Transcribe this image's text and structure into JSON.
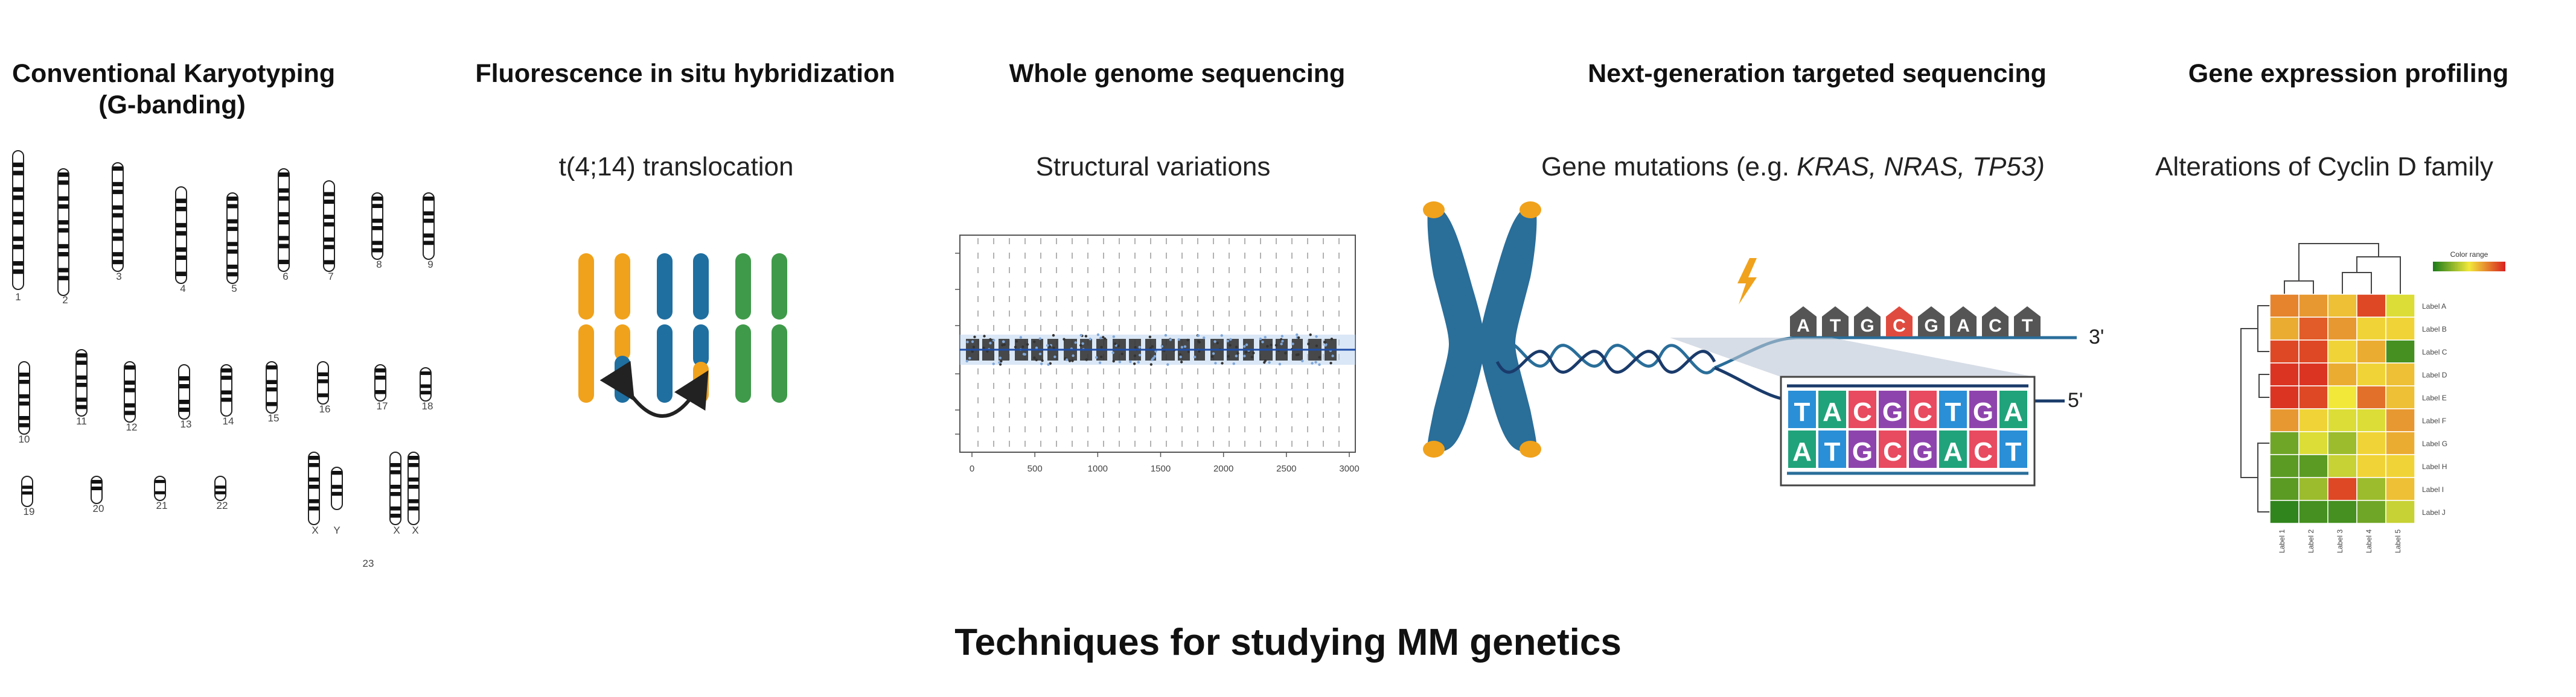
{
  "panels": [
    {
      "title_line1": "Conventional Karyotyping",
      "title_line2": "(G-banding)",
      "subtitle": ""
    },
    {
      "title_line1": "Fluorescence in situ hybridization",
      "subtitle": "t(4;14) translocation"
    },
    {
      "title_line1": "Whole genome  sequencing",
      "subtitle": "Structural variations"
    },
    {
      "title_line1": "Next-generation targeted sequencing",
      "subtitle_prefix": "Gene mutations (e.g. ",
      "subtitle_italic": "KRAS, NRAS, TP53)"
    },
    {
      "title_line1": "Gene expression profiling",
      "subtitle": "Alterations of Cyclin D family"
    }
  ],
  "karyotype_labels": [
    "1",
    "2",
    "3",
    "4",
    "5",
    "6",
    "7",
    "8",
    "9",
    "10",
    "11",
    "12",
    "13",
    "14",
    "15",
    "16",
    "17",
    "18",
    "19",
    "20",
    "21",
    "22",
    "X",
    "Y",
    "X",
    "X",
    "23"
  ],
  "wgs_plot": {
    "x_ticks": [
      "0",
      "500",
      "1000",
      "1500",
      "2000",
      "2500",
      "3000"
    ]
  },
  "sequencing": {
    "top_bases": [
      "A",
      "T",
      "G",
      "C",
      "G",
      "A",
      "C",
      "T"
    ],
    "top_colors": [
      "#555",
      "#555",
      "#555",
      "#e04b3f",
      "#555",
      "#555",
      "#555",
      "#555"
    ],
    "strand_top_bases": [
      "T",
      "A",
      "C",
      "G",
      "C",
      "T",
      "G",
      "A"
    ],
    "strand_bottom_bases": [
      "A",
      "T",
      "G",
      "C",
      "G",
      "A",
      "C",
      "T"
    ],
    "base_colors": {
      "A": "#20a37a",
      "T": "#2a8fd6",
      "G": "#8e44ad",
      "C": "#e84a5f"
    },
    "label_3prime": "3'",
    "label_5prime": "5'"
  },
  "heatmap": {
    "legend_title": "Color range",
    "row_labels": [
      "Label A",
      "Label B",
      "Label C",
      "Label D",
      "Label E",
      "Label F",
      "Label G",
      "Label H",
      "Label I",
      "Label J"
    ],
    "col_labels": [
      "Label 1",
      "Label 2",
      "Label 3",
      "Label 4",
      "Label 5"
    ],
    "values": [
      [
        0.75,
        0.7,
        0.6,
        0.9,
        0.45
      ],
      [
        0.65,
        0.85,
        0.7,
        0.55,
        0.55
      ],
      [
        0.9,
        0.9,
        0.55,
        0.65,
        0.1
      ],
      [
        0.95,
        0.95,
        0.65,
        0.55,
        0.6
      ],
      [
        0.95,
        0.9,
        0.5,
        0.8,
        0.6
      ],
      [
        0.7,
        0.55,
        0.45,
        0.45,
        0.7
      ],
      [
        0.2,
        0.45,
        0.3,
        0.55,
        0.65
      ],
      [
        0.15,
        0.15,
        0.4,
        0.55,
        0.55
      ],
      [
        0.15,
        0.3,
        0.9,
        0.3,
        0.6
      ],
      [
        0.05,
        0.1,
        0.1,
        0.2,
        0.4
      ]
    ]
  },
  "main_title": "Techniques for studying MM genetics"
}
